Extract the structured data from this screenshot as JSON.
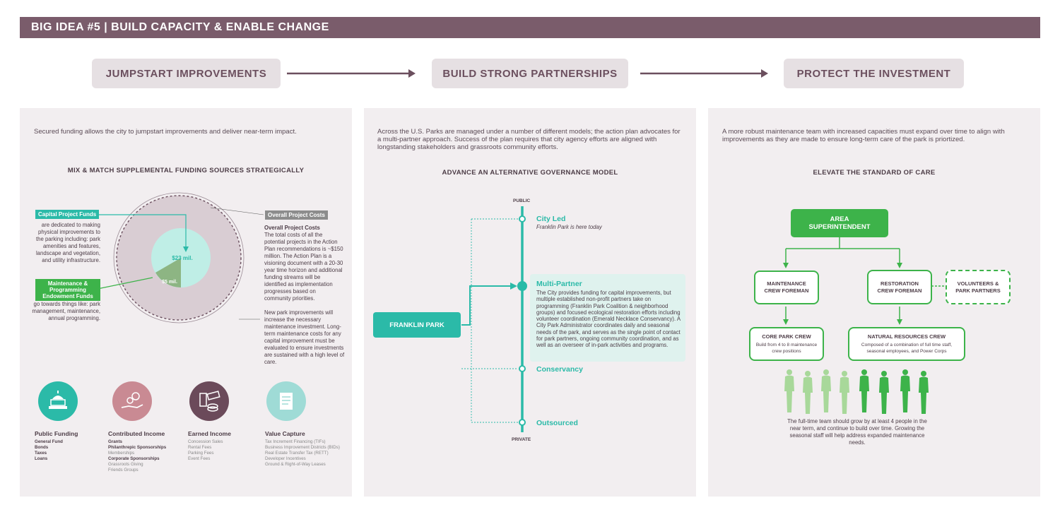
{
  "banner": {
    "title": "BIG IDEA #5 | BUILD CAPACITY & ENABLE CHANGE"
  },
  "steps": [
    "JUMPSTART IMPROVEMENTS",
    "BUILD STRONG PARTNERSHIPS",
    "PROTECT THE INVESTMENT"
  ],
  "panel1": {
    "intro": "Secured funding allows the city to jumpstart improvements and deliver near-term impact.",
    "heading": "MIX & MATCH SUPPLEMENTAL FUNDING SOURCES STRATEGICALLY",
    "capital_tag": "Capital Project Funds",
    "capital_text": "are dedicated to making physical improvements to the parking including: park amenities and features, landscape and vegetation, and utility infrastructure.",
    "maint_tag": "Maintenance & Programming Endowment Funds",
    "maint_text": "go towards things like: park management, maintenance, annual programming.",
    "overall_tag": "Overall Project Costs",
    "overall_title": "Overall Project Costs",
    "overall_text": "The total costs of all the potential projects in the Action Plan recommendations is ~$150 million. The Action Plan is a visioning document with a 20-30 year time horizon and additional funding streams will be identified as implementation progresses based on community priorities.",
    "new_text": "New park improvements will increase the necessary maintenance investment. Long-term maintenance costs for any capital improvement must be evaluated to ensure investments are sustained with a high level of care.",
    "pie_big": "$23 mil.",
    "pie_small": "$5 mil.",
    "categories": [
      {
        "name": "Public Funding",
        "icon": "capitol-icon",
        "color": "#2bbaa8",
        "items": [
          {
            "t": "General Fund",
            "b": true
          },
          {
            "t": "Bonds",
            "b": true
          },
          {
            "t": "Taxes",
            "b": true
          },
          {
            "t": "Loans",
            "b": true
          }
        ]
      },
      {
        "name": "Contributed Income",
        "icon": "donation-icon",
        "color": "#c98a93",
        "items": [
          {
            "t": "Grants",
            "b": true
          },
          {
            "t": "Philanthrepic Sponsorships",
            "b": true
          },
          {
            "t": "Memberships",
            "b": false
          },
          {
            "t": "Corporate Sponsorships",
            "b": true
          },
          {
            "t": "Grassroots Giving",
            "b": false
          },
          {
            "t": "Friends Groups",
            "b": false
          }
        ]
      },
      {
        "name": "Earned Income",
        "icon": "ticket-icon",
        "color": "#6b4a5a",
        "items": [
          {
            "t": "Concession Sales",
            "b": false
          },
          {
            "t": "Rental Fees",
            "b": false
          },
          {
            "t": "Parking Fees",
            "b": false
          },
          {
            "t": "Event Fees",
            "b": false
          }
        ]
      },
      {
        "name": "Value Capture",
        "icon": "document-icon",
        "color": "#9fdbd6",
        "items": [
          {
            "t": "Tax Increment Financing (TIFs)",
            "b": false
          },
          {
            "t": "Business Improvement Districts (BIDs)",
            "b": false
          },
          {
            "t": "Real Estate Transfer Tax (RETT)",
            "b": false
          },
          {
            "t": "Developer Incentives",
            "b": false
          },
          {
            "t": "Ground & Right-of-Way Leases",
            "b": false
          }
        ]
      }
    ]
  },
  "panel2": {
    "intro": "Across the U.S. Parks are managed under a number of different models; the action plan advocates for a multi-partner approach. Success of the plan requires that city agency efforts are aligned with longstanding stakeholders and grassroots community efforts.",
    "heading": "ADVANCE AN ALTERNATIVE GOVERNANCE MODEL",
    "public": "PUBLIC",
    "private": "PRIVATE",
    "franklin": "FRANKLIN PARK",
    "city_led": "City Led",
    "city_led_sub": "Franklin Park is here today",
    "multi": "Multi-Partner",
    "multi_text": "The City provides funding for capital improvements, but multiple established non-profit partners take on programming (Franklin Park Coalition & neighborhood groups) and focused ecological restoration efforts including volunteer coordination (Emerald Necklace Conservancy). A City Park Administrator coordinates daily and seasonal needs of the park, and serves as the single point of contact for park partners, ongoing community coordination, and as well as an overseer of in-park activities and programs.",
    "conservancy": "Conservancy",
    "outsourced": "Outsourced"
  },
  "panel3": {
    "intro": "A more robust maintenance team with increased capacities must expand over time to align with improvements as they are made to ensure long-term care  of the park is priortized.",
    "heading": "ELEVATE THE STANDARD OF CARE",
    "area": "AREA SUPERINTENDENT",
    "maint_foreman": "MAINTENANCE CREW FOREMAN",
    "rest_foreman": "RESTORATION CREW FOREMAN",
    "volunteers": "VOLUNTEERS & PARK PARTNERS",
    "core": "CORE PARK CREW",
    "core_sub": "Build from 4 to 8 maintenance crew positions",
    "natural": "NATURAL RESOURCES CREW",
    "natural_sub": "Composed of a combination of full time staff, seasonal employees, and Power Corps",
    "footer": "The full-time team should grow by at least 4 people in the near term, and continue to build over time. Growing the seasonal staff will help address expanded maintenance needs."
  }
}
